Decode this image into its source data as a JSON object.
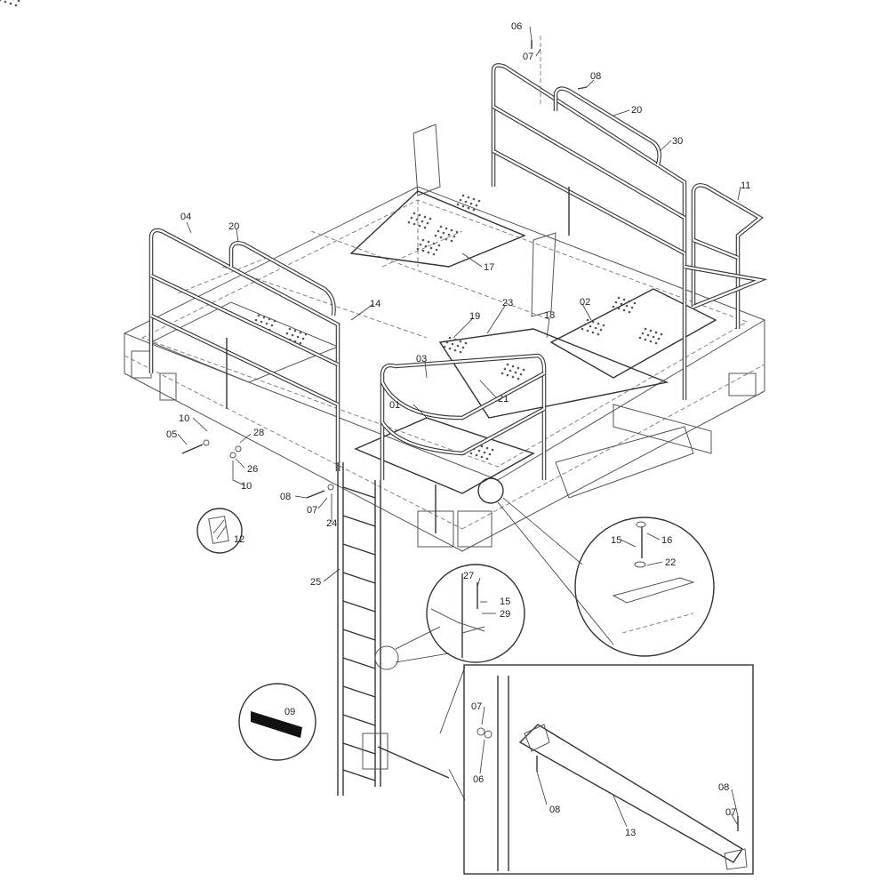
{
  "diagram": {
    "callouts": [
      {
        "id": "c-06-top",
        "label": "06"
      },
      {
        "id": "c-07-top",
        "label": "07"
      },
      {
        "id": "c-08-top",
        "label": "08"
      },
      {
        "id": "c-20-right",
        "label": "20"
      },
      {
        "id": "c-30",
        "label": "30"
      },
      {
        "id": "c-11",
        "label": "11"
      },
      {
        "id": "c-04",
        "label": "04"
      },
      {
        "id": "c-20-left",
        "label": "20"
      },
      {
        "id": "c-17",
        "label": "17"
      },
      {
        "id": "c-14",
        "label": "14"
      },
      {
        "id": "c-23",
        "label": "23"
      },
      {
        "id": "c-19",
        "label": "19"
      },
      {
        "id": "c-18",
        "label": "18"
      },
      {
        "id": "c-02",
        "label": "02"
      },
      {
        "id": "c-03",
        "label": "03"
      },
      {
        "id": "c-21",
        "label": "21"
      },
      {
        "id": "c-01",
        "label": "01"
      },
      {
        "id": "c-10-left",
        "label": "10"
      },
      {
        "id": "c-05",
        "label": "05"
      },
      {
        "id": "c-28",
        "label": "28"
      },
      {
        "id": "c-26",
        "label": "26"
      },
      {
        "id": "c-10-bottom",
        "label": "10"
      },
      {
        "id": "c-08-mid",
        "label": "08"
      },
      {
        "id": "c-07-mid",
        "label": "07"
      },
      {
        "id": "c-24",
        "label": "24"
      },
      {
        "id": "c-12",
        "label": "12"
      },
      {
        "id": "c-25",
        "label": "25"
      },
      {
        "id": "c-15-right",
        "label": "15"
      },
      {
        "id": "c-16",
        "label": "16"
      },
      {
        "id": "c-22",
        "label": "22"
      },
      {
        "id": "c-27",
        "label": "27"
      },
      {
        "id": "c-15-left",
        "label": "15"
      },
      {
        "id": "c-29",
        "label": "29"
      },
      {
        "id": "c-09",
        "label": "09"
      },
      {
        "id": "c-07-box",
        "label": "07"
      },
      {
        "id": "c-06-box",
        "label": "06"
      },
      {
        "id": "c-08-box-left",
        "label": "08"
      },
      {
        "id": "c-13",
        "label": "13"
      },
      {
        "id": "c-08-box-right",
        "label": "08"
      },
      {
        "id": "c-07-box-right",
        "label": "07"
      }
    ]
  }
}
